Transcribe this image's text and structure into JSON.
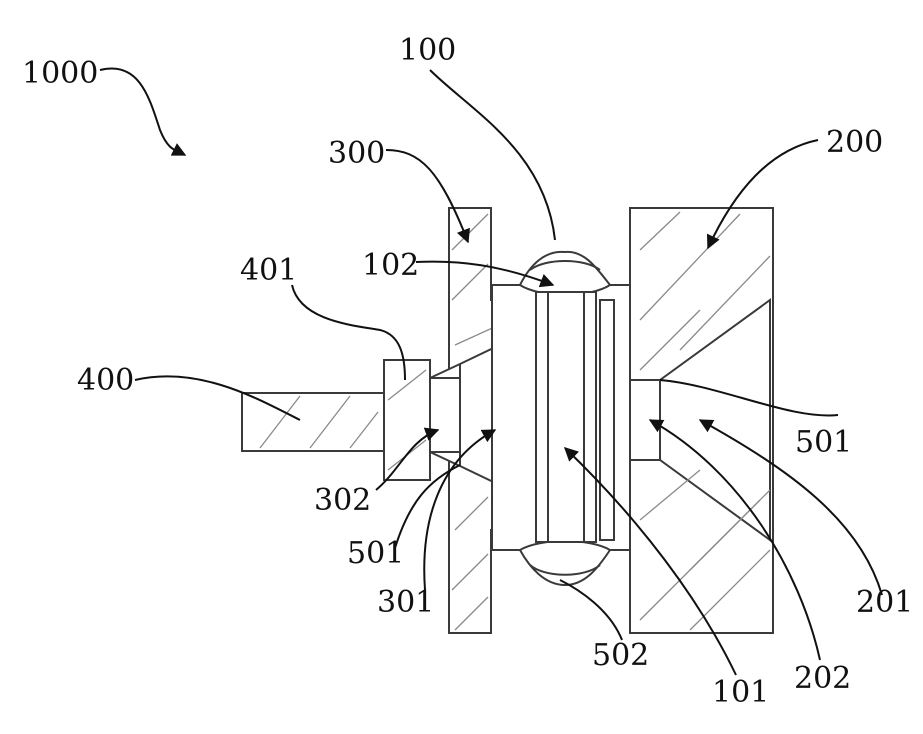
{
  "figure": {
    "labels": {
      "l1000": "1000",
      "l100": "100",
      "l200": "200",
      "l300": "300",
      "l102": "102",
      "l401": "401",
      "l400": "400",
      "l501a": "501",
      "l501b": "501",
      "l302": "302",
      "l301": "301",
      "l502": "502",
      "l101": "101",
      "l202": "202",
      "l201": "201"
    }
  }
}
